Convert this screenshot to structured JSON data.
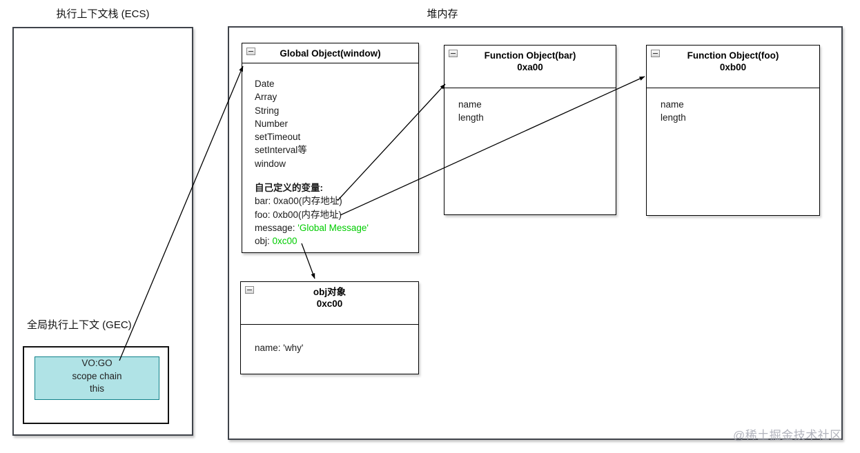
{
  "titles": {
    "ecs": "执行上下文栈 (ECS)",
    "heap": "堆内存",
    "gec": "全局执行上下文 (GEC)"
  },
  "gec": {
    "lines": [
      "VO:GO",
      "scope chain",
      "this"
    ]
  },
  "global": {
    "title": "Global Object(window)",
    "builtins": [
      "Date",
      "Array",
      "String",
      "Number",
      "setTimeout",
      "setInterval等",
      "window"
    ],
    "custom_label": "自己定义的变量:",
    "vars": [
      {
        "text": "bar: 0xa00(内存地址)"
      },
      {
        "text": "foo: 0xb00(内存地址)"
      },
      {
        "prefix": "message: ",
        "value": "'Global Message'"
      },
      {
        "prefix": "obj: ",
        "value": "0xc00"
      }
    ]
  },
  "bar": {
    "title": "Function Object(bar)",
    "address": "0xa00",
    "props": [
      "name",
      "length"
    ]
  },
  "foo": {
    "title": "Function Object(foo)",
    "address": "0xb00",
    "props": [
      "name",
      "length"
    ]
  },
  "obj": {
    "title": "obj对象",
    "address": "0xc00",
    "props": [
      "name: 'why'"
    ]
  },
  "watermark": "@稀土掘金技术社区",
  "colors": {
    "highlight_green": "#00cc00",
    "frame_fill": "#b0e3e6",
    "frame_border": "#0e8088"
  }
}
